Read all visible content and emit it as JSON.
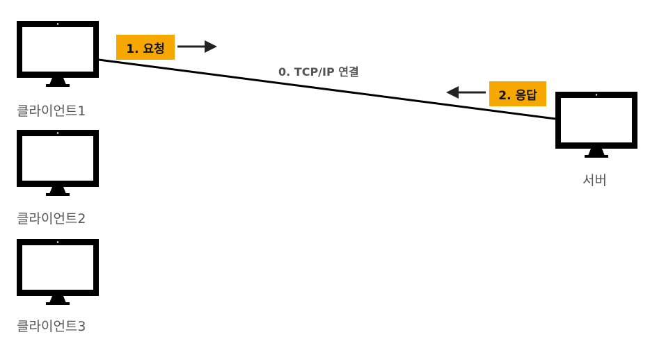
{
  "diagram": {
    "clients": [
      {
        "label": "클라이언트1"
      },
      {
        "label": "클라이언트2"
      },
      {
        "label": "클라이언트3"
      }
    ],
    "server": {
      "label": "서버"
    },
    "connection": {
      "label": "0. TCP/IP 연결"
    },
    "steps": {
      "request": {
        "label": "1. 요청",
        "color": "#f7a800"
      },
      "response": {
        "label": "2. 응답",
        "color": "#f7a800"
      }
    },
    "colors": {
      "monitor": "#000000",
      "label_text": "#555555",
      "badge": "#f7a800"
    }
  }
}
